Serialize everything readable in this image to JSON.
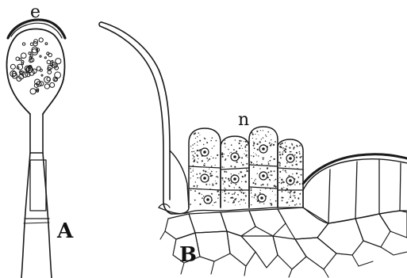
{
  "figure": {
    "labels": {
      "e": "e",
      "n": "n",
      "A": "A",
      "B": "B"
    }
  }
}
